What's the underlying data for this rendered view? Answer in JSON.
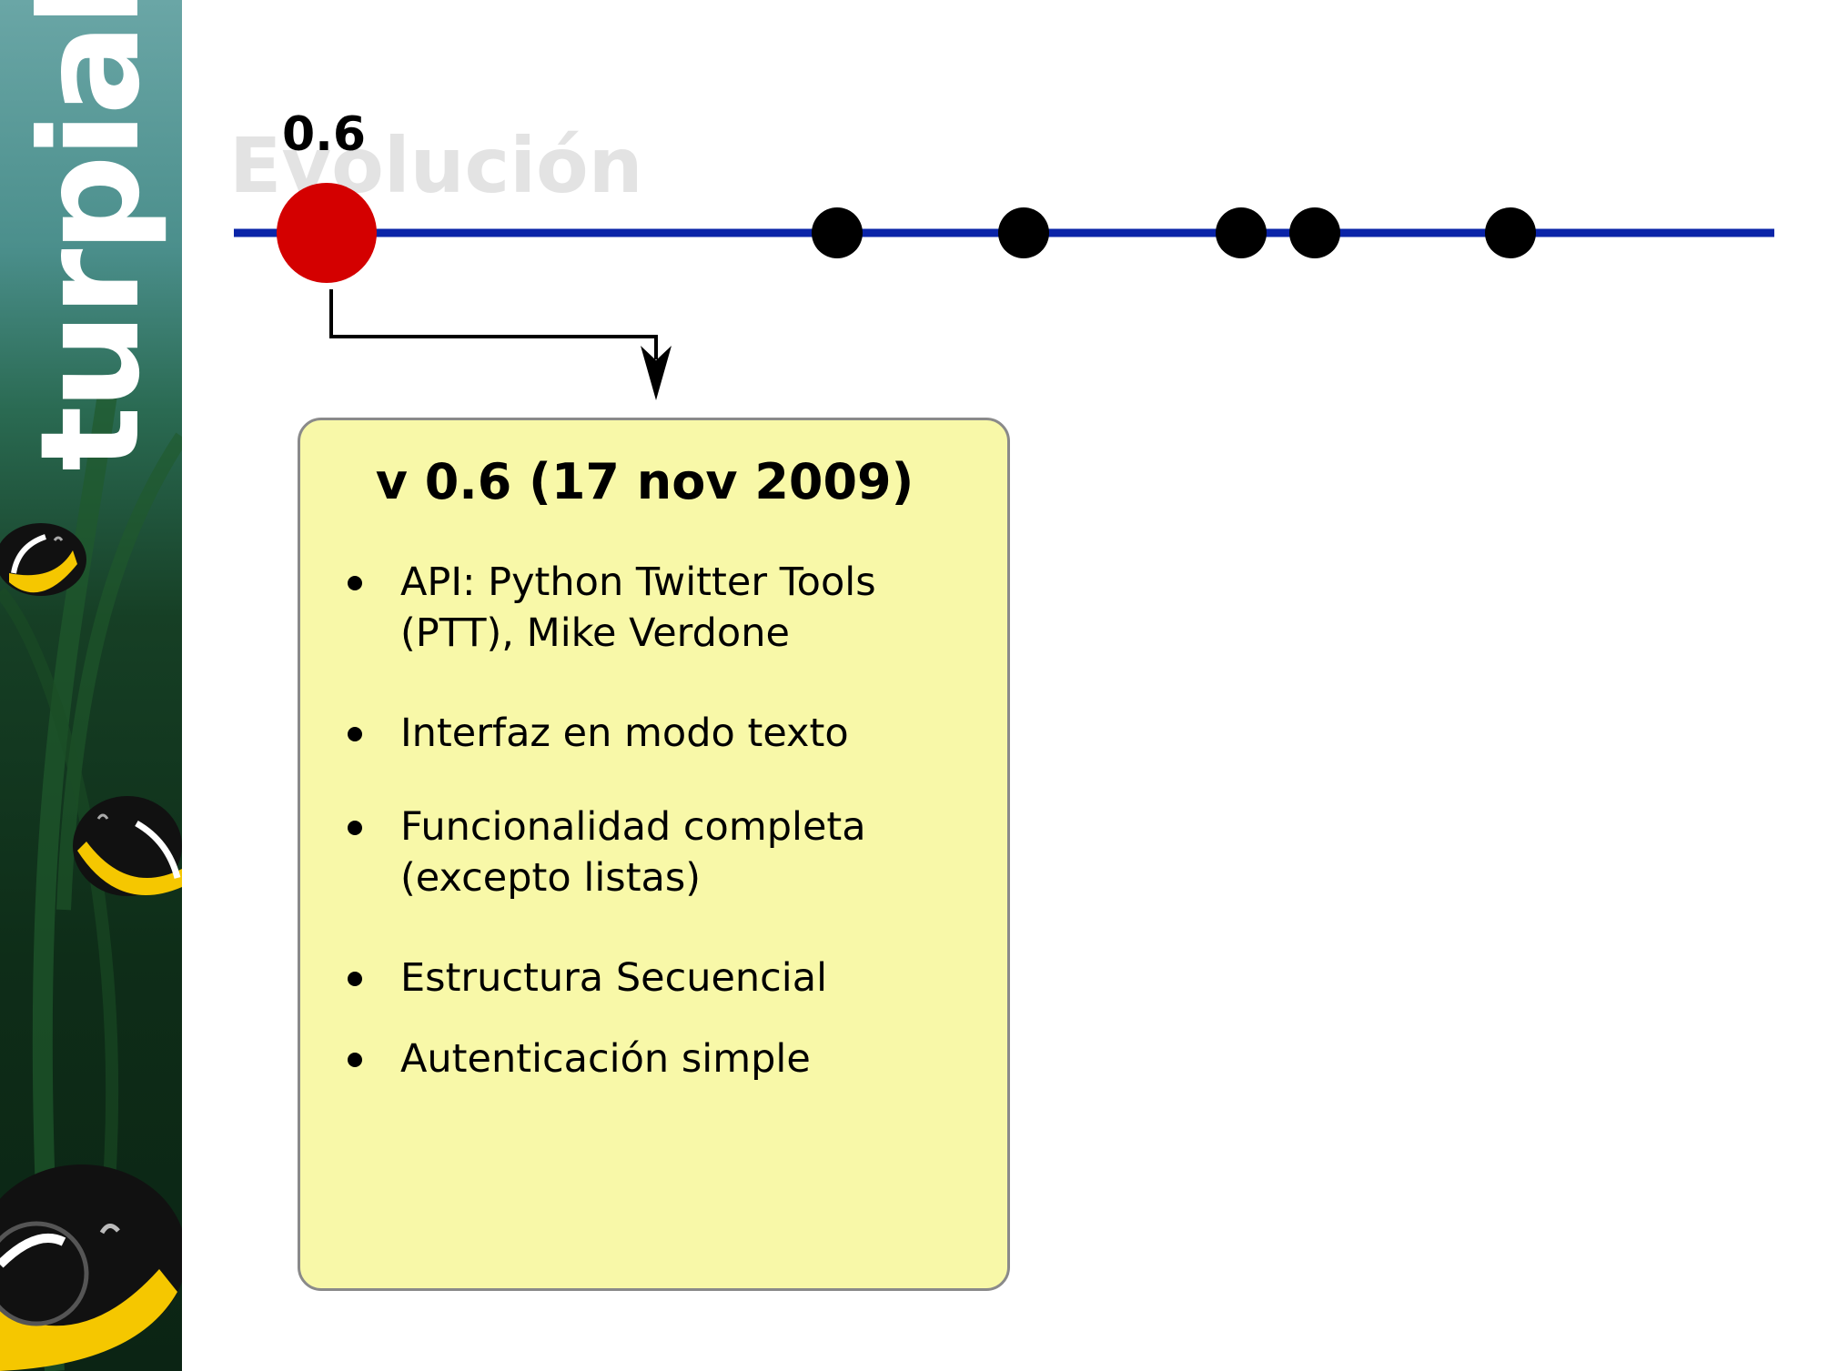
{
  "sidebar": {
    "brand_text": "turpial"
  },
  "slide": {
    "title": "Evolución"
  },
  "timeline": {
    "current_label": "0.6",
    "colors": {
      "line": "#0a24a8",
      "current": "#d40000",
      "milestone": "#000000"
    },
    "milestone_count": 6
  },
  "release": {
    "title": "v 0.6 (17 nov 2009)",
    "features": [
      "API: Python Twitter Tools (PTT), Mike Verdone",
      "Interfaz en modo texto",
      "Funcionalidad completa (excepto listas)",
      "Estructura Secuencial",
      "Autenticación simple"
    ]
  }
}
